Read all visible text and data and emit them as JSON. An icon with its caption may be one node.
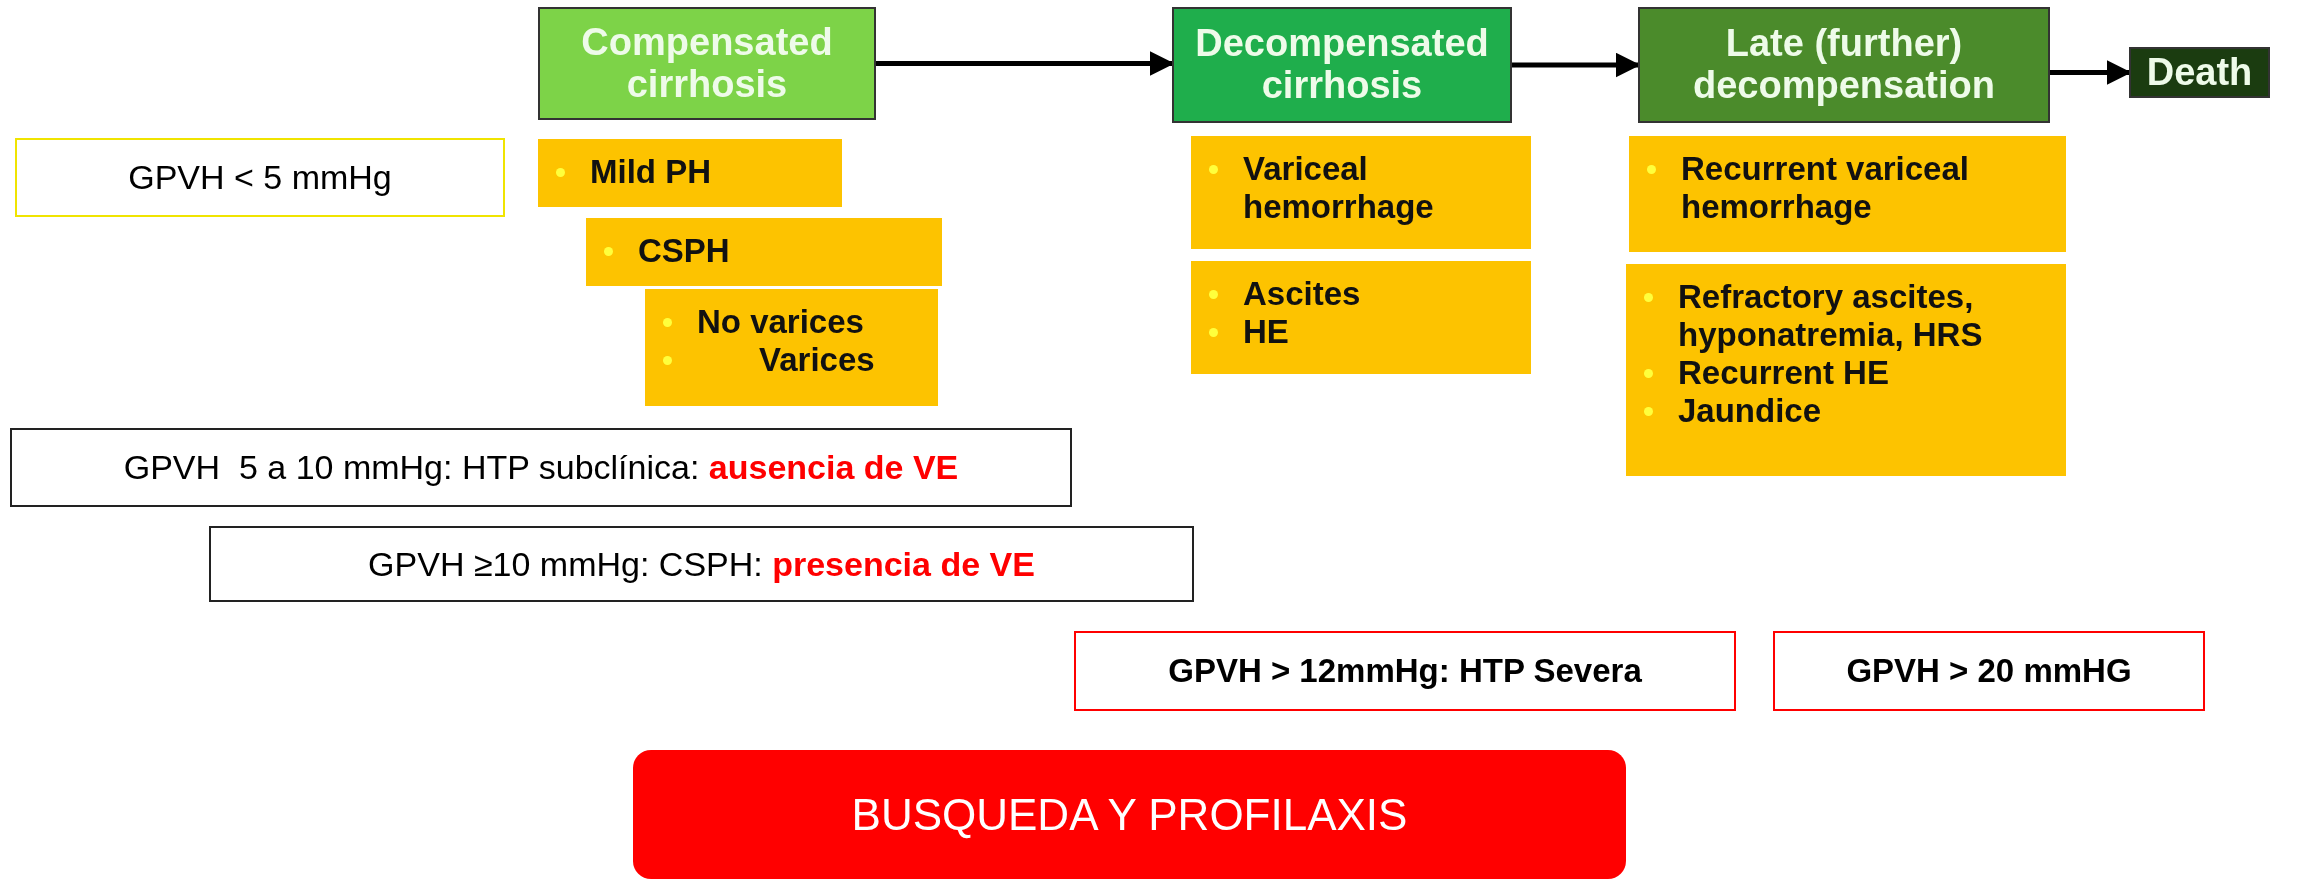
{
  "diagram": {
    "nodes": [
      {
        "text": [
          "Compensated cirrhosis"
        ]
      },
      {
        "text": [
          "Decompensated cirrhosis"
        ]
      },
      {
        "text": [
          "Late (further) decompensation"
        ]
      },
      {
        "text": [
          "Death"
        ]
      },
      {
        "text": [
          "Mild PH"
        ]
      },
      {
        "text": [
          "CSPH"
        ]
      },
      {
        "text": [
          "No varices",
          "Varices"
        ]
      },
      {
        "text": [
          "Variceal hemorrhage"
        ]
      },
      {
        "text": [
          "Ascites",
          "HE"
        ]
      },
      {
        "text": [
          "Recurrent variceal hemorrhage"
        ]
      },
      {
        "text": [
          "Refractory ascites, hyponatremia, HRS",
          "Recurrent HE",
          "Jaundice"
        ]
      },
      {
        "text": [
          "GPVH < 5 mmHg"
        ]
      },
      {
        "text": [
          "GPVH  5 a 10 mmHg: HTP subclínica: **ausencia de VE**"
        ]
      },
      {
        "text": [
          "GPVH ≥10 mmHg: CSPH: **presencia de VE**"
        ]
      },
      {
        "text": [
          "GPVH > 12mmHg: HTP Severa"
        ]
      },
      {
        "text": [
          "GPVH > 20 mmHG"
        ]
      },
      {
        "text": [
          "BUSQUEDA Y PROFILAXIS"
        ]
      }
    ],
    "edges": [
      {
        "from": 0,
        "to": 1,
        "arrow": "to"
      },
      {
        "from": 1,
        "to": 2,
        "arrow": "to"
      },
      {
        "from": 2,
        "to": 3,
        "arrow": "to"
      }
    ]
  }
}
